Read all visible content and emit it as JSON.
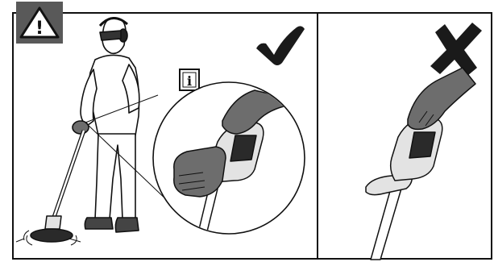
{
  "figure": {
    "panels": [
      {
        "id": "correct",
        "verdict": "check-mark-icon",
        "verdict_color": "#1a1a1a"
      },
      {
        "id": "incorrect",
        "verdict": "cross-mark-icon",
        "verdict_color": "#1a1a1a"
      }
    ],
    "badges": {
      "warning": {
        "symbol": "!",
        "icon": "warning-triangle-icon",
        "bg": "#595959",
        "fg": "#ffffff"
      },
      "info": {
        "symbol": "i",
        "icon": "info-icon"
      }
    },
    "colors": {
      "glove": "#6d6d6d",
      "tool_body": "#e3e3e3",
      "line": "#111111",
      "background": "#ffffff"
    }
  }
}
